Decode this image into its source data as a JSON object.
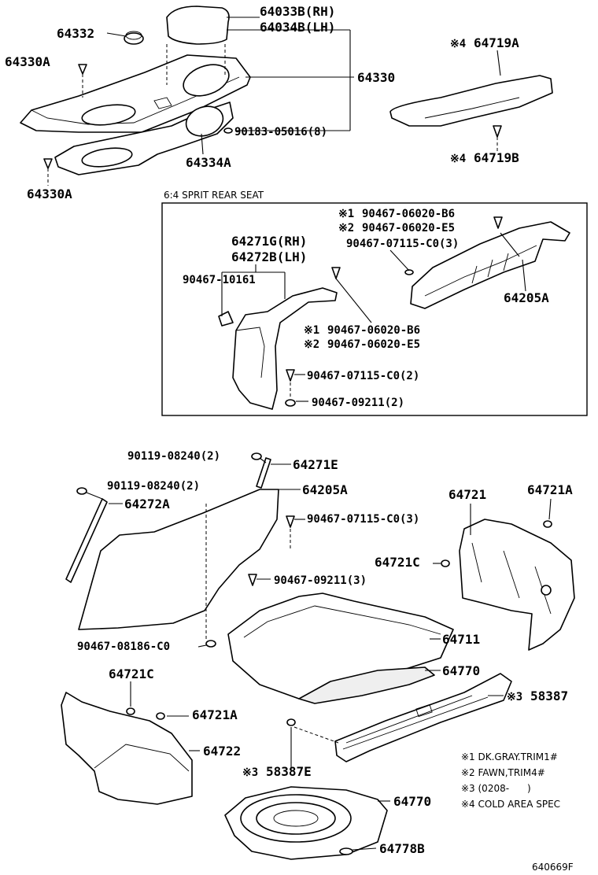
{
  "parts": {
    "p64033b": "64033B(RH)",
    "p64034b": "64034B(LH)",
    "p64332": "64332",
    "p64330a_top": "64330A",
    "p64330": "64330",
    "p90183": "90183-05016(8)",
    "p64334a": "64334A",
    "p64330a_bot": "64330A",
    "p64719a": "64719A",
    "p64719b": "64719B",
    "p64271g": "64271G(RH)",
    "p64272b": "64272B(LH)",
    "p90467_10161": "90467-10161",
    "p90467_06020_b6_top": "90467-06020-B6",
    "p90467_06020_e5_top": "90467-06020-E5",
    "p90467_07115_top": "90467-07115-C0(3)",
    "p64205a_box": "64205A",
    "p90467_06020_b6_mid": "90467-06020-B6",
    "p90467_06020_e5_mid": "90467-06020-E5",
    "p90467_07115_c0_2": "90467-07115-C0(2)",
    "p90467_09211_2": "90467-09211(2)",
    "p90119_a": "90119-08240(2)",
    "p64271e": "64271E",
    "p90119_b": "90119-08240(2)",
    "p64205a": "64205A",
    "p64272a": "64272A",
    "p90467_07115_c0_3": "90467-07115-C0(3)",
    "p90467_09211_3": "90467-09211(3)",
    "p90467_08186": "90467-08186-C0",
    "p64721": "64721",
    "p64721a_r": "64721A",
    "p64721c_r": "64721C",
    "p64711": "64711",
    "p64770_mid": "64770",
    "p58387": "58387",
    "p64721c_l": "64721C",
    "p64721a_l": "64721A",
    "p64722": "64722",
    "p58387e": "58387E",
    "p64770_bot": "64770",
    "p64778b": "64778B"
  },
  "marks": {
    "m4": "※4",
    "m1": "※1",
    "m2": "※2",
    "m3": "※3"
  },
  "box_title": "6:4 SPRIT REAR SEAT",
  "legend": {
    "l1": "※1 DK.GRAY.TRIM1#",
    "l2": "※2 FAWN,TRIM4#",
    "l3": "※3 (0208-      )",
    "l4": "※4 COLD AREA SPEC"
  },
  "diagram_id": "640669F"
}
